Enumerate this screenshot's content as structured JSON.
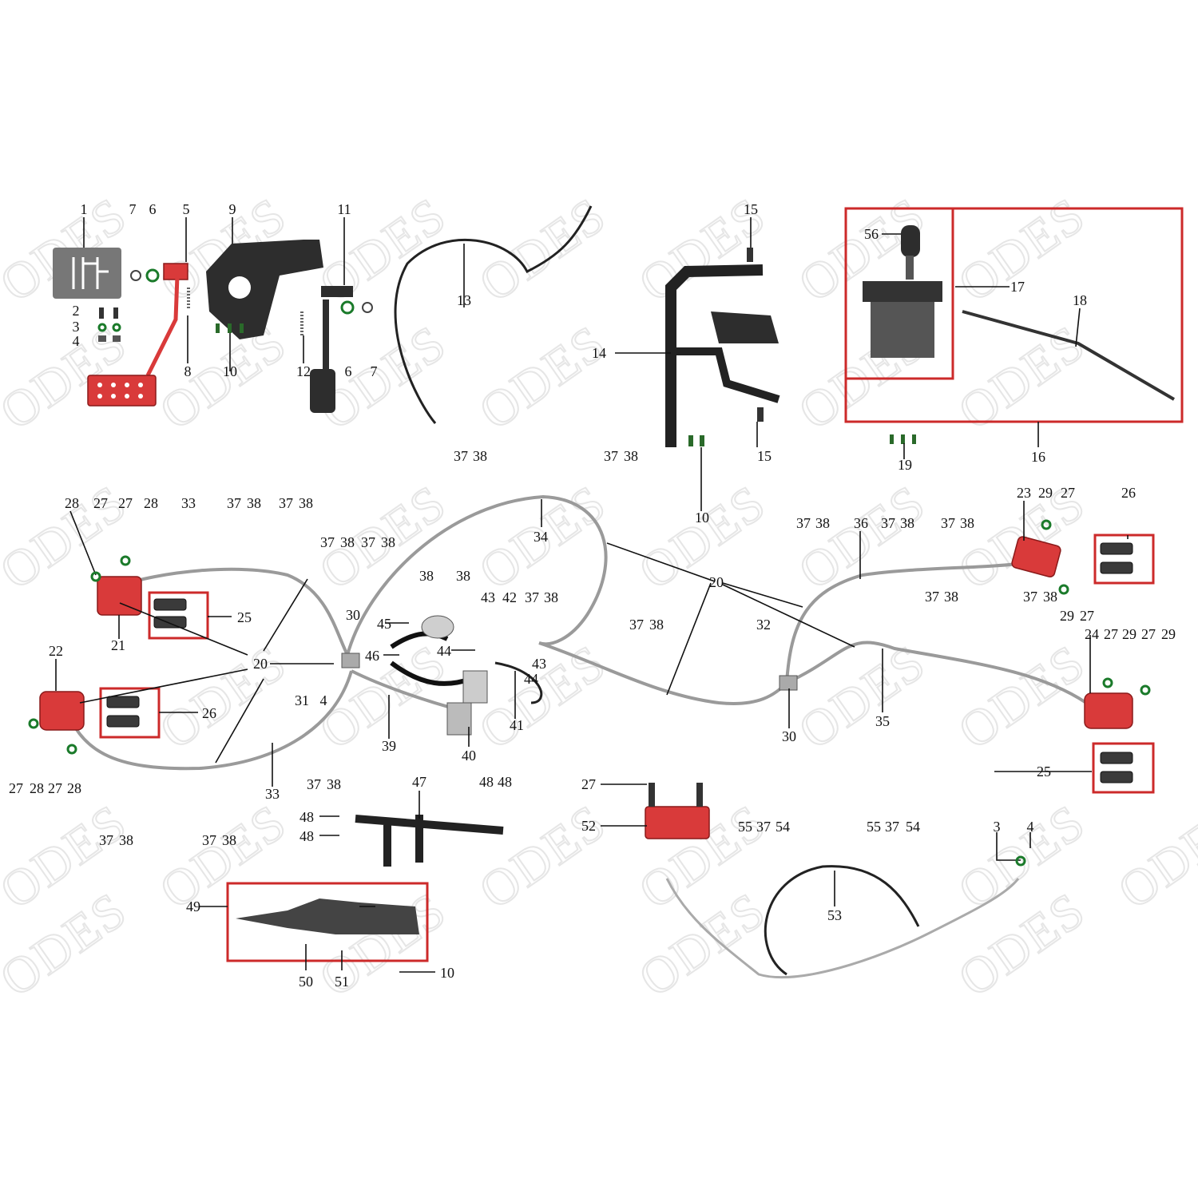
{
  "watermark": "ODES",
  "callouts": {
    "c1": "1",
    "c2": "2",
    "c3": "3",
    "c4": "4",
    "c5": "5",
    "c6": "6",
    "c7": "7",
    "c8": "8",
    "c9": "9",
    "c10": "10",
    "c11": "11",
    "c12": "12",
    "c13": "13",
    "c14": "14",
    "c15": "15",
    "c16": "16",
    "c17": "17",
    "c18": "18",
    "c19": "19",
    "c20": "20",
    "c21": "21",
    "c22": "22",
    "c23": "23",
    "c24": "24",
    "c25": "25",
    "c26": "26",
    "c27": "27",
    "c28": "28",
    "c29": "29",
    "c30": "30",
    "c31": "31",
    "c32": "32",
    "c33": "33",
    "c34": "34",
    "c35": "35",
    "c36": "36",
    "c37": "37",
    "c38": "38",
    "c39": "39",
    "c40": "40",
    "c41": "41",
    "c42": "42",
    "c43": "43",
    "c44": "44",
    "c45": "45",
    "c46": "46",
    "c47": "47",
    "c48": "48",
    "c49": "49",
    "c50": "50",
    "c51": "51",
    "c52": "52",
    "c53": "53",
    "c54": "54",
    "c55": "55",
    "c56": "56"
  },
  "colors": {
    "highlight_box": "#cc2a2a",
    "part_red": "#d93a3a",
    "hose": "#9a9a9a"
  }
}
